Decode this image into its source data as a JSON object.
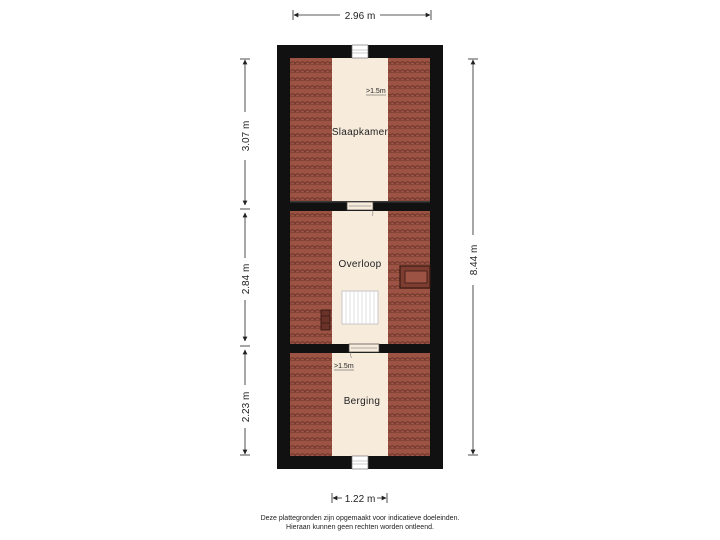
{
  "plan": {
    "dimensions": {
      "top_width": "2.96 m",
      "bottom_width": "1.22 m",
      "right_total": "8.44 m",
      "left_upper": "3.07 m",
      "left_middle": "2.84 m",
      "left_lower": "2.23 m"
    },
    "rooms": {
      "top": "Slaapkamer",
      "middle": "Overloop",
      "bottom": "Berging"
    },
    "height_notes": {
      "top": ">1.5m",
      "bottom": ">1.5m"
    },
    "colors": {
      "wall": "#111111",
      "floor": "#f7ebdc",
      "roof_tile": "#9c5343",
      "roof_line": "#5e2c22",
      "stair": "#ffffff"
    }
  },
  "footer": {
    "line1": "Deze plattegronden zijn opgemaakt voor indicatieve doeleinden.",
    "line2": "Hieraan kunnen geen rechten worden ontleend."
  }
}
